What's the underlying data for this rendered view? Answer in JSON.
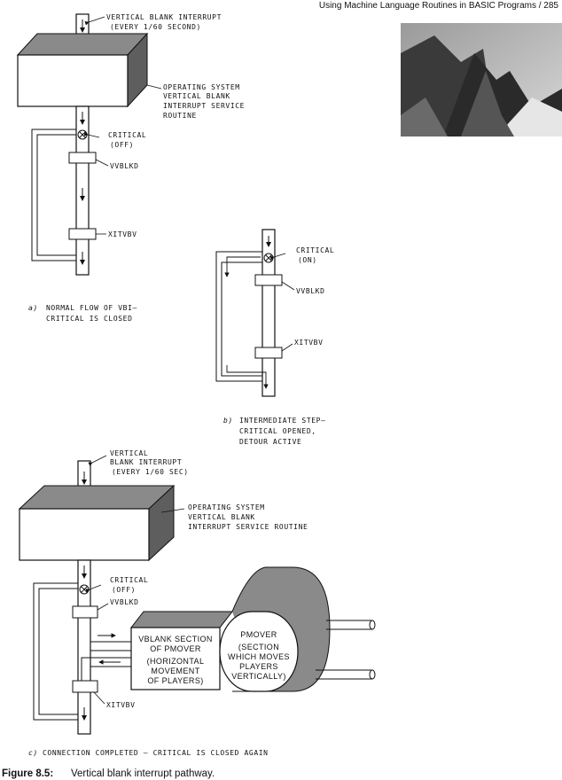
{
  "page": {
    "header": "Using Machine Language Routines in BASIC Programs /  285",
    "figure_number": "Figure 8.5:",
    "figure_title": "Vertical blank interrupt pathway."
  },
  "diagram_a": {
    "vbi_label": [
      "VERTICAL BLANK INTERRUPT",
      "(EVERY 1/60 SECOND)"
    ],
    "os_label": [
      "OPERATING SYSTEM",
      "VERTICAL BLANK",
      "INTERRUPT SERVICE",
      "ROUTINE"
    ],
    "critical": [
      "CRITICAL",
      "(OFF)"
    ],
    "vvblkd": "VVBLKD",
    "xitvbv": "XITVBV",
    "caption_letter": "a)",
    "caption": [
      "NORMAL FLOW OF VBI—",
      "CRITICAL IS CLOSED"
    ]
  },
  "diagram_b": {
    "critical": [
      "CRITICAL",
      "(ON)"
    ],
    "vvblkd": "VVBLKD",
    "xitvbv": "XITVBV",
    "caption_letter": "b)",
    "caption": [
      "INTERMEDIATE STEP—",
      "CRITICAL OPENED,",
      "DETOUR ACTIVE"
    ]
  },
  "diagram_c": {
    "vbi_label": [
      "VERTICAL",
      "BLANK INTERRUPT",
      "(EVERY 1/60 SEC)"
    ],
    "os_label": [
      "OPERATING SYSTEM",
      "VERTICAL BLANK",
      "INTERRUPT SERVICE ROUTINE"
    ],
    "critical": [
      "CRITICAL",
      "(OFF)"
    ],
    "vvblkd": "VVBLKD",
    "xitvbv": "XITVBV",
    "vblank_box": [
      "VBLANK SECTION",
      "OF PMOVER",
      "(HORIZONTAL",
      "MOVEMENT",
      "OF PLAYERS)"
    ],
    "pmover_box": [
      "PMOVER",
      "(SECTION",
      "WHICH MOVES",
      "PLAYERS",
      "VERTICALLY)"
    ],
    "caption_letter": "c)",
    "caption": "CONNECTION COMPLETED — CRITICAL IS CLOSED AGAIN"
  },
  "colors": {
    "box_top": "#8a8a8a",
    "box_side": "#5e5e5e",
    "ink": "#111111"
  }
}
